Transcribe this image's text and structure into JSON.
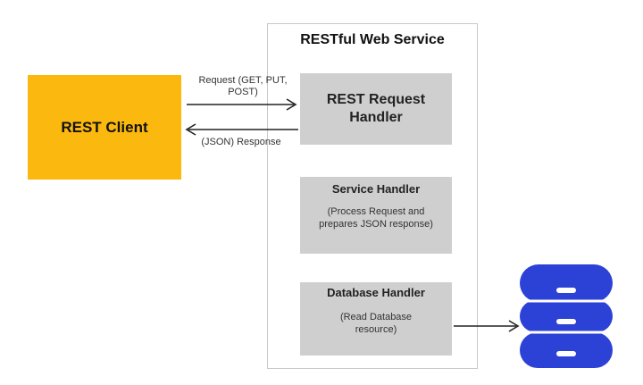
{
  "client": {
    "label": "REST Client",
    "color": "#fbb80f"
  },
  "service": {
    "title": "RESTful Web Service",
    "handlers": [
      {
        "title": "REST Request Handler",
        "description": ""
      },
      {
        "title": "Service Handler",
        "description": "(Process Request and prepares JSON response)"
      },
      {
        "title": "Database Handler",
        "description": "(Read Database resource)"
      }
    ]
  },
  "arrows": {
    "request_label": "Request (GET, PUT, POST)",
    "response_label": "(JSON) Response"
  },
  "database": {
    "icon": "database-icon",
    "color": "#2c41d6"
  }
}
